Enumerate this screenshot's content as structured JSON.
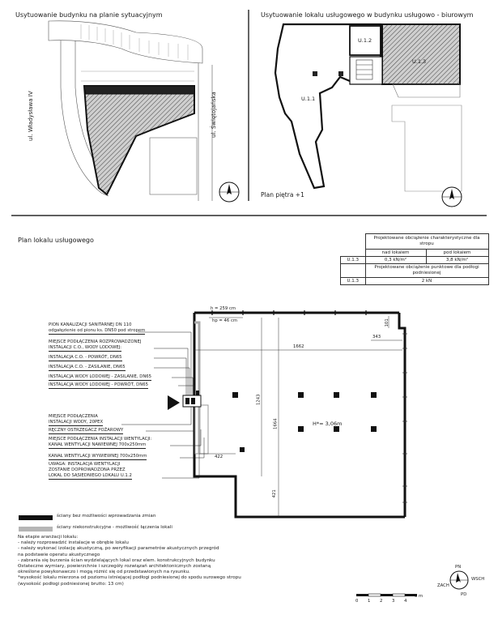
{
  "site_plan": {
    "title": "Usytuowanie budynku na planie sytuacyjnym",
    "street_left": "ul. Władysława IV",
    "street_right": "ul. Świętojańska"
  },
  "unit_plan": {
    "title": "Usytuowanie lokalu usługowego w budynku usługowo - biurowym",
    "unit_labels": [
      "U.1.1",
      "U.1.2",
      "U.1.3"
    ],
    "floor_caption": "Plan piętra +1"
  },
  "local_plan": {
    "title": "Plan lokalu usługowego",
    "height_label": "H*= 3,06m",
    "dimensions": {
      "h_top": "h = 259 cm",
      "hp": "hp = 46 cm",
      "d1662": "1662",
      "d343": "343",
      "d101": "101",
      "d1243": "1243",
      "d1664": "1664",
      "d422": "422",
      "d421": "421"
    }
  },
  "load_table": {
    "header_main": "Projektowane obciążenie charakterystyczne dla stropu",
    "col_above": "nad lokalem",
    "col_below": "pod lokalem",
    "unit": "U.1.3",
    "val_above": "0,3 kN/m²",
    "val_below": "3,8 kN/m²",
    "point_header": "Projektowane obciążenie punktowe dla podłogi podniesionej",
    "point_value": "2 kN"
  },
  "installations": [
    "PION KANALIZACJI SANITARNEJ DN 110",
    "odgałęzienie od pionu ks. DN50 pod stropem",
    "MIEJSCE PODŁĄCZENIA ROZPROWADZONEJ",
    "INSTALACJI C.O., WODY LODOWEJ:",
    "INSTALACJA C.O. - POWRÓT, DN65",
    "INSTALACJA C.O. - ZASILANIE, DN65",
    "INSTALACJA WODY LODOWEJ - ZASILANIE, DN65",
    "INSTALACJA WODY LODOWEJ - POWRÓT, DN65",
    "MIEJSCE PODŁĄCZENIA",
    "INSTALACJI WODY, 20PEX",
    "RĘCZNY OSTRZEGACZ POŻAROWY",
    "MIEJSCE PODŁĄCZENIA INSTALACJI WENTYLACJI:",
    "KANAŁ WENTYLACJI NAWIEWNEJ 700x250mm",
    "KANAŁ WENTYLACJI WYWIEWNEJ 700x250mm",
    "UWAGA: INSTALACJA WENTYLACJI",
    "ZOSTANIE DOPROWADZONA PRZEZ",
    "LOKAL DO SĄSIEDNIEGO LOKALU U.1.2"
  ],
  "legend": {
    "structural": "ściany bez możliwości wprowadzania zmian",
    "nonstructural": "ściany niekonstrukcyjne - możliwość łączenia lokali"
  },
  "notes": [
    "Na etapie aranżacji lokalu:",
    "- należy rozprowadzić instalacje w obrębie lokalu",
    "- należy wykonać izolację akustyczną, po weryfikacji parametrów akustycznych przegród",
    "na podstawie operatu akustycznego",
    "- zabrania się burzenia ścian wydzielających lokal oraz elem. konstrukcyjnych budynku",
    "Ostateczne wymiary, powierzchnie i szczegóły rozwiązań architektonicznych zostaną",
    "określone powykonawczo i mogą różnić się od przedstawionych na rysunku.",
    "*wysokość lokalu mierzona od poziomu istniejącej podłogi podniesionej do spodu surowego stropu",
    "(wysokość podłogi podniesionej brutto: 13 cm)"
  ],
  "scale_bar": {
    "ticks": [
      "0",
      "1",
      "2",
      "3",
      "4",
      "5 m"
    ]
  },
  "compass": {
    "north": "PN",
    "east": "WSCH",
    "west": "ZACH",
    "south": "PD"
  },
  "colors": {
    "structural": "#111111",
    "nonstructural": "#b5b5b5",
    "hatch": "#555555"
  }
}
